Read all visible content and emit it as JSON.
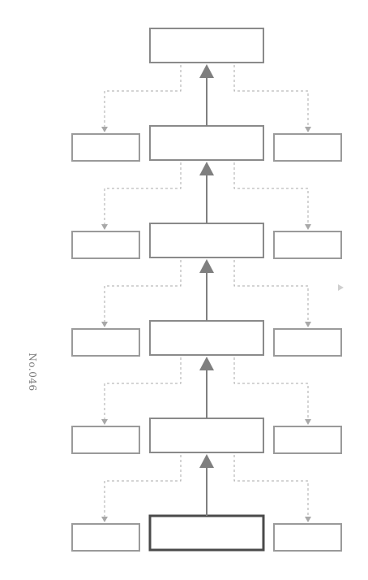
{
  "page_label": "No.046",
  "colors": {
    "main_box_border": "#8a8a8a",
    "main_box_current_border": "#4a4a4a",
    "side_box_border": "#9a9a9a",
    "connector": "#7f7f7f",
    "dashed_connector": "#a8a8a8",
    "nav_arrow": "#cfcfcf"
  },
  "diagram": {
    "levels": 6,
    "current_level": 1,
    "flow_direction": "up"
  }
}
